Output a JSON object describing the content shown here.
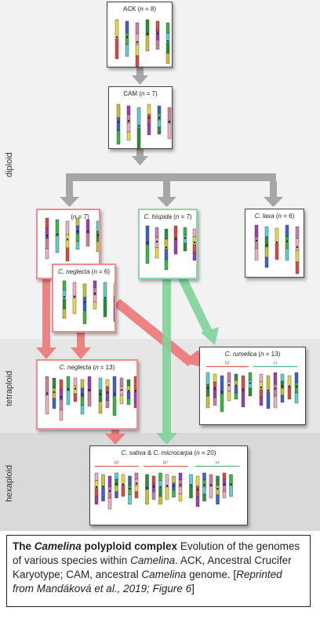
{
  "bands": {
    "diploid": "diploid",
    "tetraploid": "tetraploid",
    "hexaploid": "hexaploid"
  },
  "boxes": {
    "ack": {
      "pre": "ACK (",
      "n": "n",
      "post": " = 8)"
    },
    "cam": {
      "pre": "CAM (",
      "n": "n",
      "post": " = 7)"
    },
    "unnamed_n7": {
      "pre": "(",
      "n": "n",
      "post": " = 7)"
    },
    "hispida": {
      "species": "C. hispida",
      "pre": " (",
      "n": "n",
      "post": " = 7)"
    },
    "laxa": {
      "species": "C. laxa",
      "pre": " (",
      "n": "n",
      "post": " = 6)"
    },
    "neglecta6": {
      "species": "C. neglecta",
      "pre": " (",
      "n": "n",
      "post": " = 6)"
    },
    "neglecta13": {
      "species": "C. neglecta",
      "pre": " (",
      "n": "n",
      "post": " = 13)"
    },
    "rumelica": {
      "species": "C. rumelica",
      "pre": " (",
      "n": "n",
      "post": " = 13)",
      "sub1": "N⁶",
      "sub2": "H"
    },
    "sativa": {
      "species1": "C. sativa",
      "amp": " & ",
      "species2": "C. microcarpa",
      "pre": " (",
      "n": "n",
      "post": " = 20)",
      "sub1": "N⁶",
      "sub2": "N⁷",
      "sub3": "H"
    }
  },
  "caption": {
    "bold1": "The ",
    "bold_italic": "Camelina",
    "bold2": " polyploid complex",
    "t1": " Evolution of the genomes of various species within ",
    "i1": "Camelina",
    "t2": ". ACK, Ancestral Crucifer Karyotype; CAM, ancestral ",
    "i2": "Camelina",
    "t3": " genome. [",
    "i3": "Reprinted from Mandáková et al., 2019; Figure 6",
    "t4": "]"
  },
  "colors": {
    "arrow_gray": "#a6a6a6",
    "arrow_red": "#ee7777",
    "arrow_green": "#7fd39a",
    "band_gray": "#e8e8e8",
    "band_dark": "#dadada"
  }
}
